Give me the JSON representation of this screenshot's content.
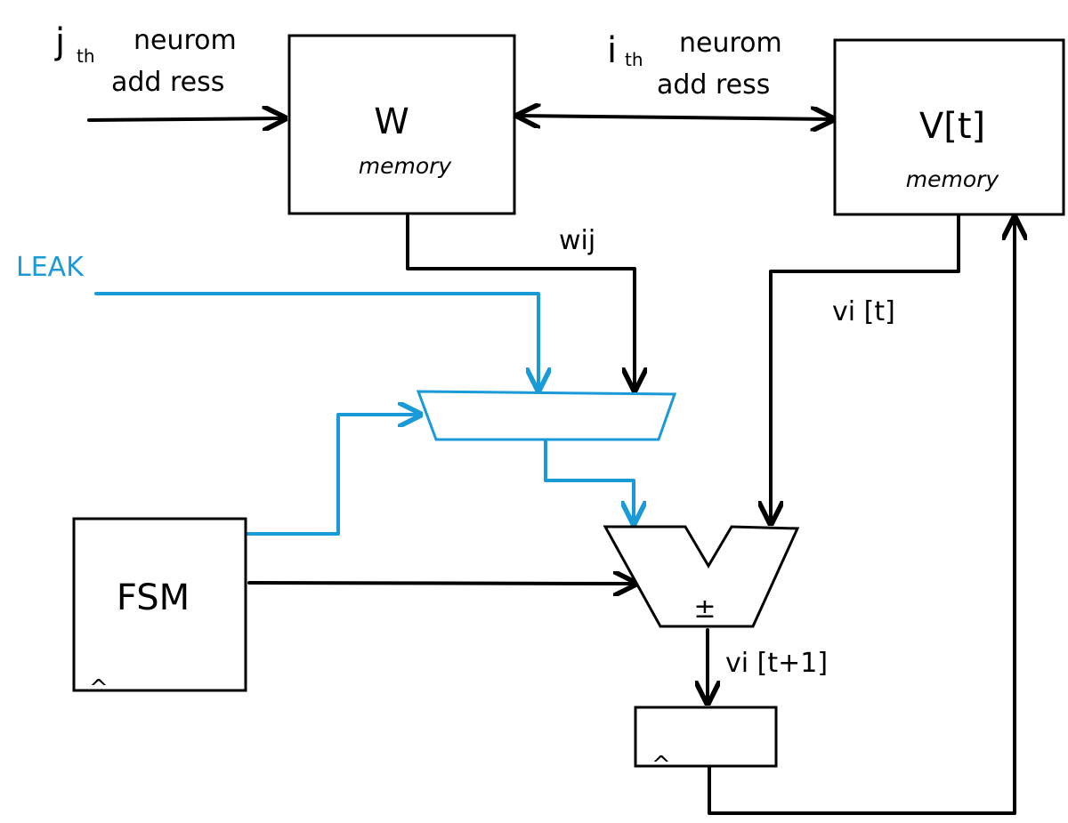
{
  "labels": {
    "j_neuron_prefix": "j",
    "j_neuron_suffix": "th",
    "j_neuron_word": "neurom",
    "j_address": "add ress",
    "i_neuron_prefix": "i",
    "i_neuron_suffix": "th",
    "i_neuron_word": "neurom",
    "i_address": "add ress",
    "leak": "LEAK",
    "wij": "wij",
    "vi_t": "vi [t]",
    "vi_t1": "vi [t+1]"
  },
  "blocks": {
    "w_memory_title": "W",
    "w_memory_sub": "memory",
    "v_memory_title": "V[t]",
    "v_memory_sub": "memory",
    "fsm": "FSM",
    "adder_op": "±",
    "clock_mark": "^"
  },
  "colors": {
    "ink": "#000000",
    "blue": "#1a9ad6"
  }
}
